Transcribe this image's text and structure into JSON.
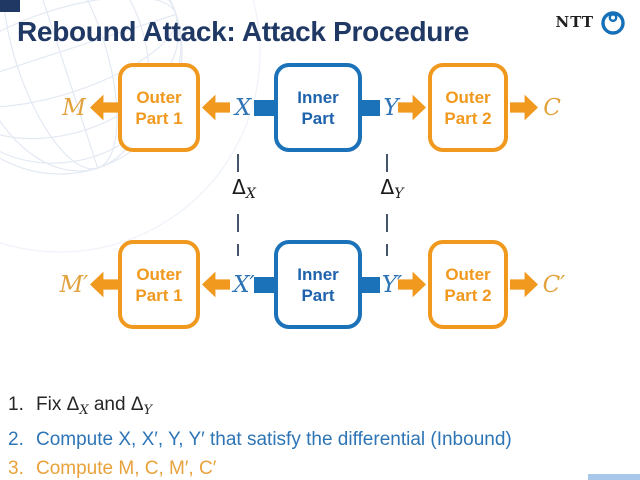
{
  "header": {
    "title": "Rebound Attack: Attack Procedure",
    "logo_text": "NTT"
  },
  "diagram": {
    "rows": [
      {
        "input_label": "M",
        "outer1": {
          "line1": "Outer",
          "line2": "Part 1"
        },
        "x_label": "X",
        "inner": {
          "line1": "Inner",
          "line2": "Part"
        },
        "y_label": "Y",
        "outer2": {
          "line1": "Outer",
          "line2": "Part 2"
        },
        "output_label": "C"
      },
      {
        "input_label": "M′",
        "outer1": {
          "line1": "Outer",
          "line2": "Part 1"
        },
        "x_label": "X′",
        "inner": {
          "line1": "Inner",
          "line2": "Part"
        },
        "y_label": "Y′",
        "outer2": {
          "line1": "Outer",
          "line2": "Part 2"
        },
        "output_label": "C′"
      }
    ],
    "delta_x": {
      "base": "Δ",
      "sub": "X"
    },
    "delta_y": {
      "base": "Δ",
      "sub": "Y"
    }
  },
  "steps": [
    {
      "num": "1.",
      "segments": [
        {
          "text": "Fix "
        },
        {
          "text": "Δ"
        },
        {
          "text": "X",
          "sub": true
        },
        {
          "text": " and "
        },
        {
          "text": "Δ"
        },
        {
          "text": "Y",
          "sub": true
        }
      ]
    },
    {
      "num": "2.",
      "segments": [
        {
          "text": "Compute X, X′, Y, Y′ that satisfy the differential (Inbound)"
        }
      ]
    },
    {
      "num": "3.",
      "segments": [
        {
          "text": "Compute M, C, M′, C′"
        }
      ]
    }
  ],
  "colors": {
    "navy": "#1F3864",
    "orange": "#F0991E",
    "orange_label": "#E2A23E",
    "blue": "#1B72B8",
    "blue_text": "#1E63AC",
    "math_blue": "#2E74B5",
    "step_blue": "#2E75B6",
    "step_orange": "#E9A23B",
    "dash": "#44546A",
    "bottom_bar": "#A9C7E8",
    "globe": "#E3E9F3",
    "logo_blue": "#1470B8",
    "text_dark": "#1F1F1F"
  }
}
